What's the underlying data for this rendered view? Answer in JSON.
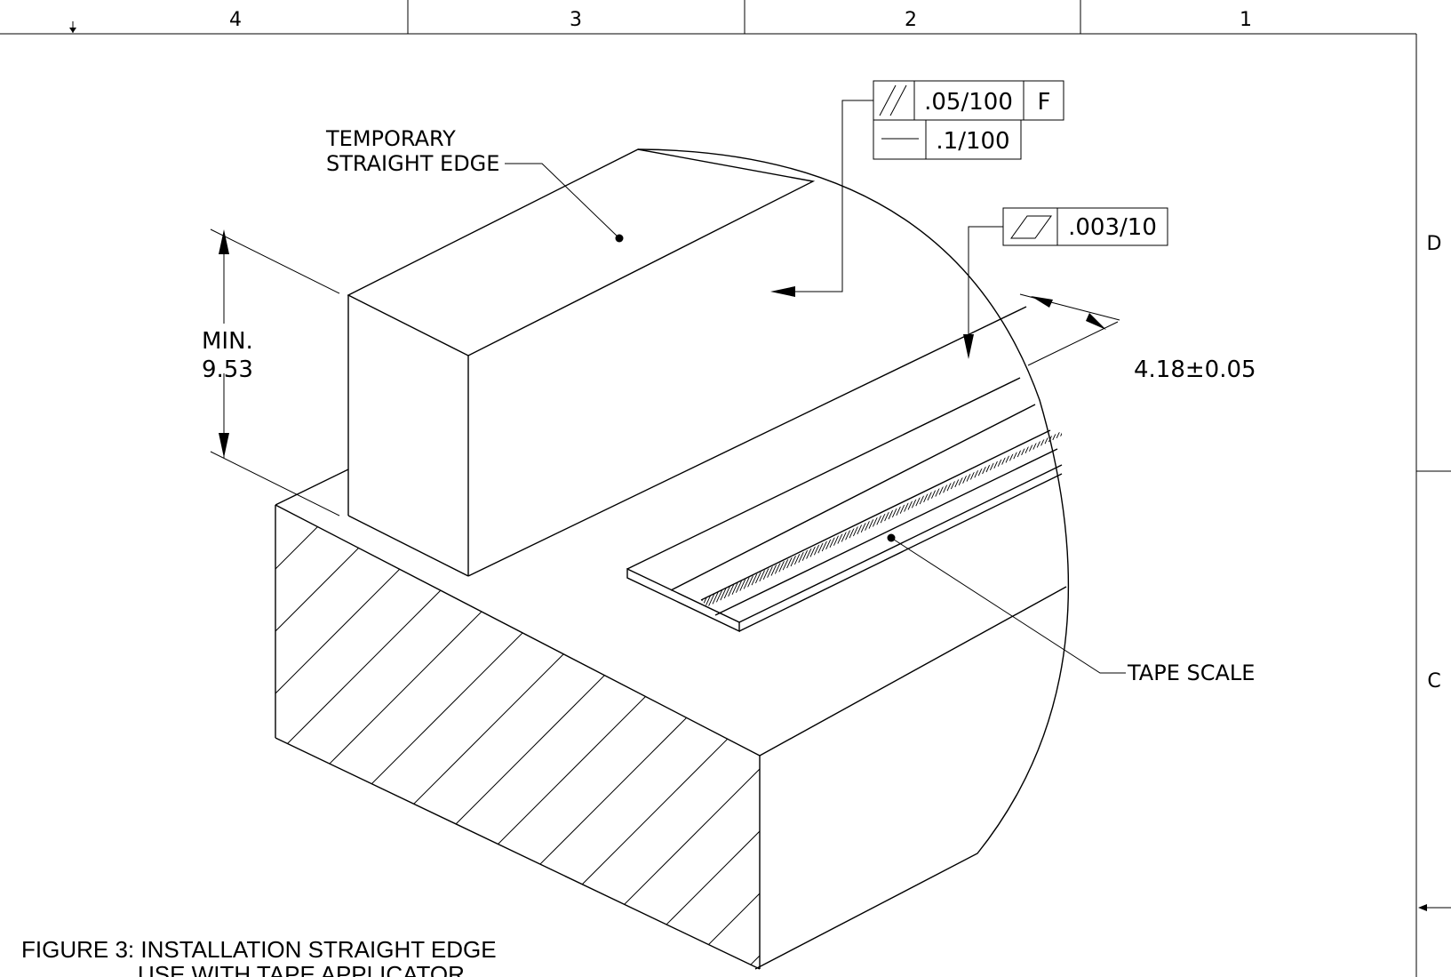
{
  "sheet": {
    "zone_columns": [
      "4",
      "3",
      "2",
      "1"
    ],
    "zone_rows": [
      "D",
      "C"
    ]
  },
  "callouts": {
    "temporary_straight_edge": [
      "TEMPORARY",
      "STRAIGHT EDGE"
    ],
    "tape_scale": "TAPE SCALE"
  },
  "dimensions": {
    "min_height": [
      "MIN.",
      "9.53"
    ],
    "width": "4.18±0.05"
  },
  "feature_control_frames": {
    "parallelism": {
      "tolerance": ".05/100",
      "datum": "F"
    },
    "straightness": {
      "tolerance": ".1/100"
    },
    "flatness": {
      "tolerance": ".003/10"
    }
  },
  "figure_caption": [
    "FIGURE 3: INSTALLATION STRAIGHT EDGE",
    "USE WITH TAPE APPLICATOR"
  ]
}
